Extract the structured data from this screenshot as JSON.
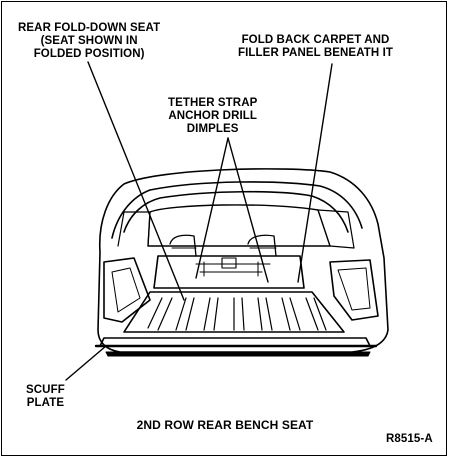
{
  "labels": {
    "rear_seat": [
      "REAR FOLD-DOWN SEAT",
      "(SEAT SHOWN IN",
      "FOLDED POSITION)"
    ],
    "carpet": [
      "FOLD BACK CARPET AND",
      "FILLER PANEL BENEATH IT"
    ],
    "tether": [
      "TETHER STRAP",
      "ANCHOR DRILL",
      "DIMPLES"
    ],
    "scuff": [
      "SCUFF",
      "PLATE"
    ],
    "title": "2ND ROW REAR BENCH SEAT",
    "figure_code": "R8515-A"
  }
}
